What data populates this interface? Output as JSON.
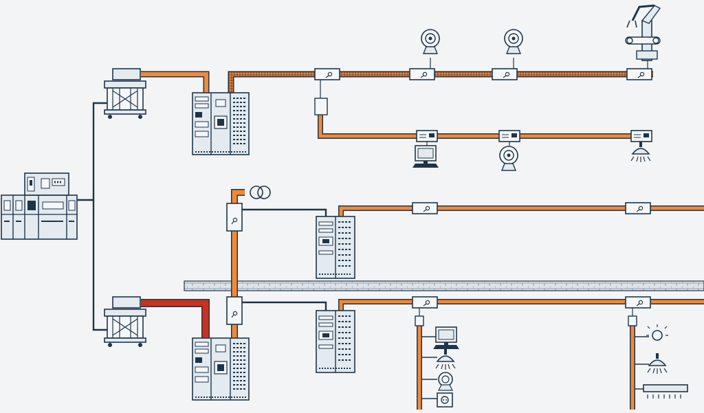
{
  "diagram": {
    "palette": {
      "background": "#f3f4f6",
      "outline": "#1e3448",
      "fill_light": "#e3eaf0",
      "busbar_orange": "#ef8a3a",
      "busbar_red": "#c8321e",
      "busbar_brown": "#c06a2a",
      "wall": "#cfd7df"
    },
    "nodes": [
      {
        "id": "mv-switchgear",
        "icon": "medium-voltage-switchgear"
      },
      {
        "id": "transformer-1",
        "icon": "cast-resin-transformer"
      },
      {
        "id": "transformer-2",
        "icon": "cast-resin-transformer"
      },
      {
        "id": "lv-switchboard-1",
        "icon": "low-voltage-switchboard"
      },
      {
        "id": "lv-switchboard-2",
        "icon": "low-voltage-switchboard"
      },
      {
        "id": "sub-distribution-1",
        "icon": "distribution-cabinet"
      },
      {
        "id": "sub-distribution-2",
        "icon": "distribution-cabinet"
      },
      {
        "id": "tap-off-units",
        "icon": "busway-tap-off-box",
        "count": 15
      },
      {
        "id": "motors",
        "icon": "motor",
        "count": 4
      },
      {
        "id": "computers",
        "icon": "computer-workstation",
        "count": 2
      },
      {
        "id": "lamps",
        "icon": "ceiling-lamp",
        "count": 3
      },
      {
        "id": "bulb",
        "icon": "light-bulb"
      },
      {
        "id": "strip-light",
        "icon": "fluorescent-strip-light"
      },
      {
        "id": "socket",
        "icon": "socket-outlet"
      },
      {
        "id": "robot",
        "icon": "industrial-robot-arm"
      },
      {
        "id": "transformer-symbol",
        "icon": "transformer-symbol"
      },
      {
        "id": "fire-wall",
        "icon": "brick-fire-wall"
      }
    ],
    "connections": [
      {
        "from": "mv-switchgear",
        "to": "transformer-1",
        "kind": "cable"
      },
      {
        "from": "mv-switchgear",
        "to": "transformer-2",
        "kind": "cable"
      },
      {
        "from": "transformer-1",
        "to": "lv-switchboard-1",
        "kind": "busbar-trunking"
      },
      {
        "from": "transformer-2",
        "to": "lv-switchboard-2",
        "kind": "busbar-trunking-high-current"
      },
      {
        "from": "lv-switchboard-1",
        "to": "motors",
        "kind": "busbar-trunking"
      },
      {
        "from": "lv-switchboard-2",
        "to": "sub-distribution-1",
        "kind": "busbar-trunking"
      },
      {
        "from": "sub-distribution-1",
        "to": "tap-off-units",
        "kind": "busbar-trunking"
      },
      {
        "from": "sub-distribution-2",
        "to": "lamps",
        "kind": "busbar-trunking"
      }
    ]
  }
}
